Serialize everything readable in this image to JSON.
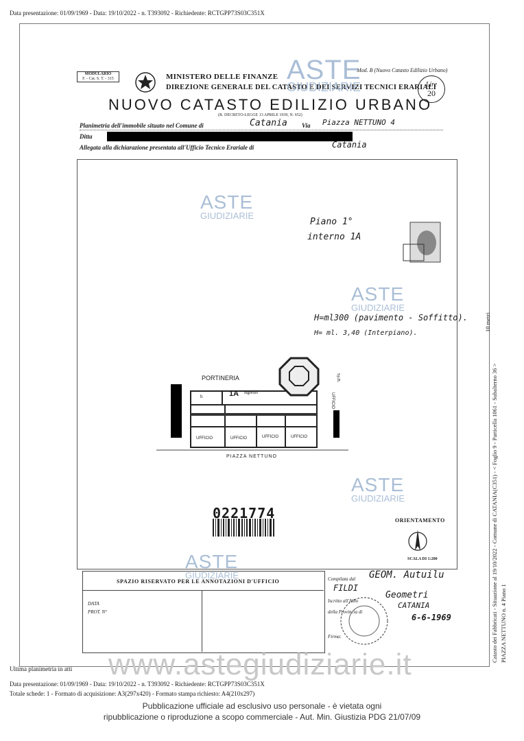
{
  "header_top": "Data presentazione: 01/09/1969 - Data: 19/10/2022 - n. T393092 - Richiedente: RCTGPP73S03C351X",
  "modulario": {
    "line1": "MODULARIO",
    "line2": "F. - Cat. S. T. - 315"
  },
  "mod_ref": "Mod. B (Nuovo Catasto Edilizio Urbano)",
  "ministry": "MINISTERO DELLE FINANZE",
  "direzione": "DIREZIONE GENERALE DEL CATASTO E DEI SERVIZI TECNICI ERARIALI",
  "title": "NUOVO CATASTO EDILIZIO URBANO",
  "decree": "(R. DECRETO-LEGGE 13 APRILE 1939, N. 652)",
  "lire": {
    "label": "Lire",
    "value": "20"
  },
  "fields": {
    "planimetria_label": "Planimetria dell'immobile situato nel Comune di",
    "comune": "Catania",
    "via_label": "Via",
    "via": "Piazza NETTUNO 4",
    "ditta_label": "Ditta",
    "allegata_label": "Allegata alla dichiarazione presentata all'Ufficio Tecnico Erariale di",
    "ufficio": "Catania"
  },
  "annotations": {
    "piano": "Piano 1°",
    "interno": "interno 1A",
    "h1": "H=ml300 (pavimento - Soffitto).",
    "h2": "H= ml. 3,40 (Interpiano)."
  },
  "plan_labels": {
    "portineria": "PORTINERIA",
    "unit": "1A",
    "ingresso": "ingresso",
    "b": "b",
    "uffici": [
      "UFFICIO",
      "UFFICIO",
      "UFFICIO",
      "UFFICIO"
    ],
    "ufficio_right": "UFFICIO",
    "scala": "Sp.B.",
    "piazza": "PIAZZA NETTUNO"
  },
  "number": "0221774",
  "orientamento": "ORIENTAMENTO",
  "scala": "SCALA DI 1:200",
  "watermark": {
    "line1": "ASTE",
    "line2": "GIUDIZIARIE"
  },
  "office_box": {
    "title": "SPAZIO RISERVATO PER LE ANNOTAZIONI D'UFFICIO",
    "data": "DATA",
    "prot": "PROT. N°"
  },
  "compilata": {
    "label": "Compilata dal",
    "name": "GEOM. Autuilu",
    "name2": "FILDI",
    "iscritto": "Iscritto all'Albo",
    "provincia": "della Provincia di",
    "firma": "Firma:",
    "sign_title": "Geometri",
    "sign_city": "CATANIA",
    "date": "6-6-1969"
  },
  "side_text": {
    "line1": "Catasto dei Fabbricati - Situazione al 19/10/2022 - Comune di CATANIA(C351) - < Foglio 9 - Particella 1061 - Subalterno 36 >",
    "line2": "PIAZZA NETTUNO n. 4 Piano 1",
    "scale_mark": "10 metri"
  },
  "ultima": "Ultima planimetria in atti",
  "footer": {
    "line1": "Data presentazione: 01/09/1969 - Data: 19/10/2022 - n. T393092 - Richiedente: RCTGPP73S03C351X",
    "line2": "Totale schede: 1 - Formato di acquisizione: A3(297x420) - Formato stampa richiesto: A4(210x297)"
  },
  "site_watermark": "www.astegiudiziarie.it",
  "publication": {
    "line1": "Pubblicazione ufficiale ad esclusivo uso personale - è vietata ogni",
    "line2": "ripubblicazione o riproduzione a scopo commerciale - Aut. Min. Giustizia PDG 21/07/09"
  }
}
